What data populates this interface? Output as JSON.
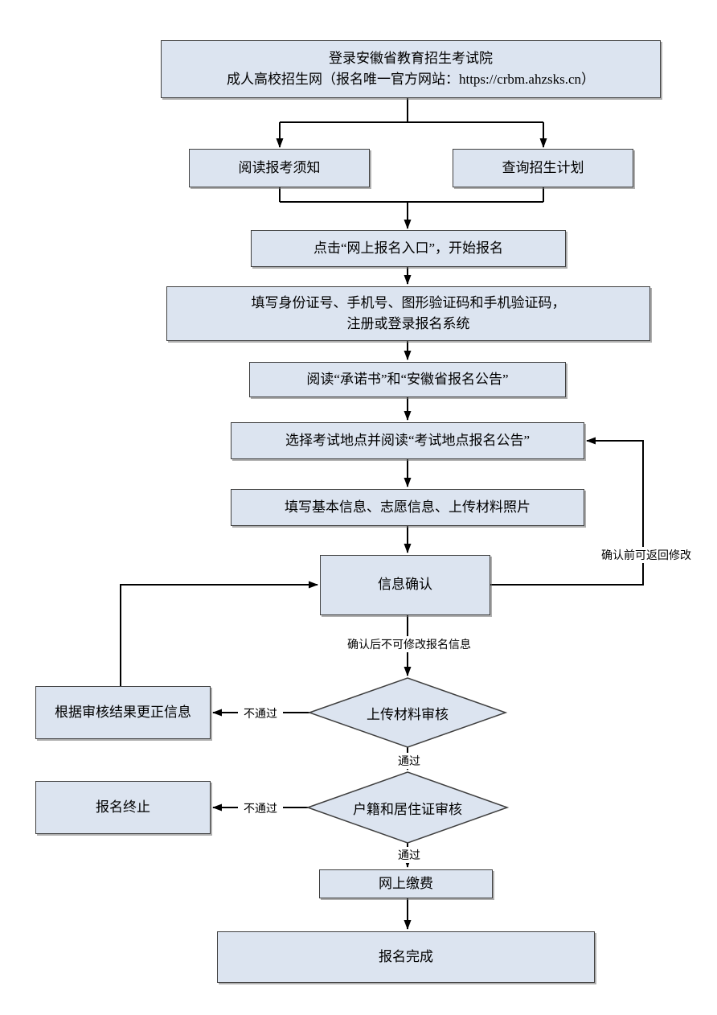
{
  "diagram": {
    "type": "flowchart",
    "language": "zh-CN",
    "colors": {
      "node_fill": "#dce4f0",
      "node_border": "#3f3f3f",
      "connector": "#000000",
      "background": "#ffffff"
    },
    "nodes": {
      "start": {
        "line1": "登录安徽省教育招生考试院",
        "line2": "成人高校招生网（报名唯一官方网站：https://crbm.ahzsks.cn）"
      },
      "read_notice": {
        "label": "阅读报考须知"
      },
      "query_plan": {
        "label": "查询招生计划"
      },
      "click_entry": {
        "label": "点击“网上报名入口”，开始报名"
      },
      "register_login": {
        "line1": "填写身份证号、手机号、图形验证码和手机验证码，",
        "line2": "注册或登录报名系统"
      },
      "read_promise": {
        "label": "阅读“承诺书”和“安徽省报名公告”"
      },
      "select_location": {
        "label": "选择考试地点并阅读“考试地点报名公告”"
      },
      "fill_info": {
        "label": "填写基本信息、志愿信息、上传材料照片"
      },
      "confirm_info": {
        "label": "信息确认"
      },
      "material_review": {
        "label": "上传材料审核"
      },
      "correct_info": {
        "label": "根据审核结果更正信息"
      },
      "residence_review": {
        "label": "户籍和居住证审核"
      },
      "registration_end": {
        "label": "报名终止"
      },
      "online_payment": {
        "label": "网上缴费"
      },
      "registration_complete": {
        "label": "报名完成"
      }
    },
    "edge_labels": {
      "before_confirm": "确认前可返回修改",
      "after_confirm": "确认后不可修改报名信息",
      "material_fail": "不通过",
      "material_pass": "通过",
      "residence_fail": "不通过",
      "residence_pass": "通过"
    }
  }
}
